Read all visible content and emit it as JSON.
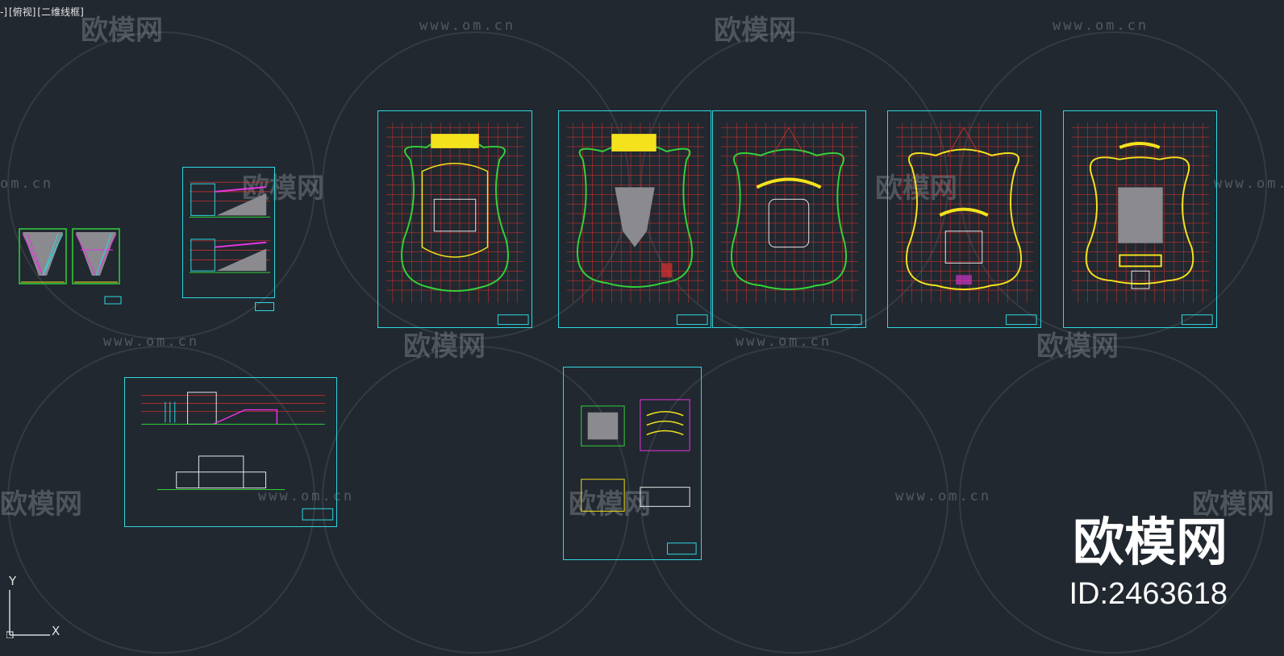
{
  "viewport": {
    "label_parts": [
      "-]",
      "[俯视]",
      "[二维线框]"
    ]
  },
  "watermark": {
    "brand": "欧模网",
    "url": "www.om.cn",
    "url_partial": "om.cn",
    "big_brand": "欧模网",
    "id_text": "ID:2463618"
  },
  "ucs": {
    "y_label": "Y",
    "x_label": "X"
  },
  "colors": {
    "background": "#212830",
    "sheet_border": "#2fd8e0",
    "grid_red": "#e0312c",
    "line_green": "#33d13a",
    "line_yellow": "#f4e21d",
    "line_magenta": "#e835e0",
    "line_cyan": "#2fd8e0",
    "line_white": "#e8e8e8"
  },
  "sheets": [
    {
      "id": "detail-pair",
      "kind": "detail"
    },
    {
      "id": "section-sheet",
      "kind": "section"
    },
    {
      "id": "floor-plan-1",
      "kind": "plan"
    },
    {
      "id": "floor-plan-2",
      "kind": "plan"
    },
    {
      "id": "floor-plan-3",
      "kind": "plan"
    },
    {
      "id": "floor-plan-4",
      "kind": "plan"
    },
    {
      "id": "floor-plan-5",
      "kind": "plan"
    },
    {
      "id": "elevation-sheet",
      "kind": "elevation"
    },
    {
      "id": "detail-sheet",
      "kind": "detail"
    }
  ]
}
